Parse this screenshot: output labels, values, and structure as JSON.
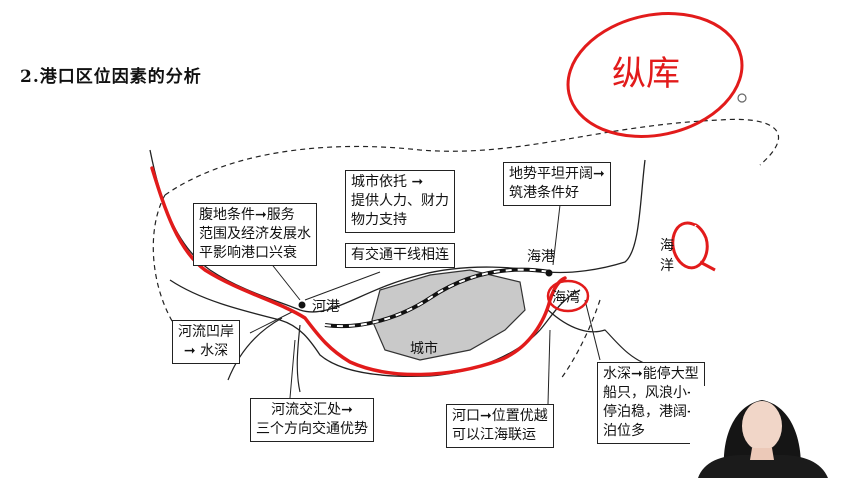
{
  "heading": "2.港口区位因素的分析",
  "map_labels": {
    "river_port": "河港",
    "sea_port": "海港",
    "city": "城市",
    "bay": "海湾",
    "ocean": "海\n洋"
  },
  "callouts": {
    "hinterland": [
      "腹地条件➞服务",
      "范围及经济发展水",
      "平影响港口兴衰"
    ],
    "city_support": [
      "城市依托 ➞",
      "提供人力、财力",
      "物力支持"
    ],
    "terrain": [
      "地势平坦开阔➞",
      "筑港条件好"
    ],
    "traffic": [
      "有交通干线相连"
    ],
    "riverbank": [
      "河流凹岸",
      "➞ 水深"
    ],
    "confluence": [
      "河流交汇处➞",
      "三个方向交通优势"
    ],
    "estuary": [
      "河口➞位置优越",
      "可以江海联运"
    ],
    "deep_water": [
      "水深➞能停大型",
      "船只，风浪小➞",
      "停泊稳，港阔➞",
      "泊位多"
    ]
  },
  "annotations": {
    "handwritten_circle_text": "纵库",
    "handwritten_q": "Q"
  },
  "colors": {
    "ink": "#111111",
    "red_marker": "#e21b1b",
    "city_fill": "#c9c9c9"
  }
}
